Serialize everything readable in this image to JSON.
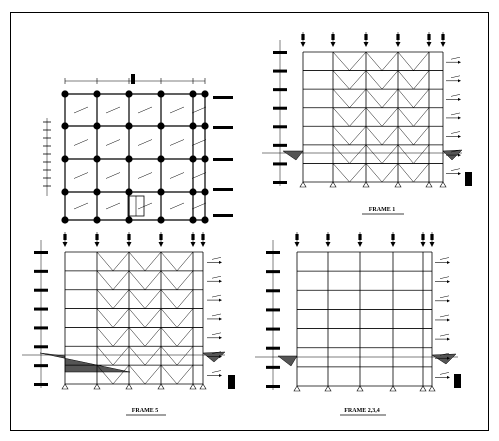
{
  "drawing": {
    "labels": {
      "frame1": "FRAME 1",
      "frame5": "FRAME 5",
      "frame234": "FRAME 2,3,4"
    }
  }
}
